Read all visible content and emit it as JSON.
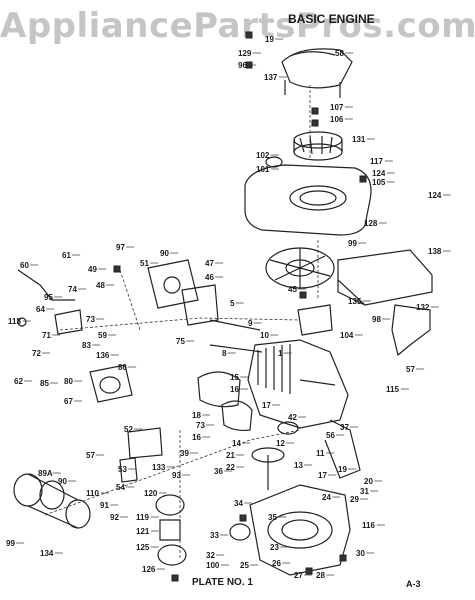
{
  "watermark": "AppliancePartsPros.com",
  "title": "BASIC ENGINE",
  "plate_label": "PLATE NO. 1",
  "page_code": "A-3",
  "callouts": [
    {
      "n": "19"
    },
    {
      "n": "129"
    },
    {
      "n": "96"
    },
    {
      "n": "137"
    },
    {
      "n": "58"
    },
    {
      "n": "107"
    },
    {
      "n": "106"
    },
    {
      "n": "131"
    },
    {
      "n": "102"
    },
    {
      "n": "101"
    },
    {
      "n": "117"
    },
    {
      "n": "124"
    },
    {
      "n": "105"
    },
    {
      "n": "124"
    },
    {
      "n": "128"
    },
    {
      "n": "99"
    },
    {
      "n": "138"
    },
    {
      "n": "97"
    },
    {
      "n": "90"
    },
    {
      "n": "47"
    },
    {
      "n": "46"
    },
    {
      "n": "61"
    },
    {
      "n": "60"
    },
    {
      "n": "49"
    },
    {
      "n": "48"
    },
    {
      "n": "51"
    },
    {
      "n": "95"
    },
    {
      "n": "74"
    },
    {
      "n": "64"
    },
    {
      "n": "73"
    },
    {
      "n": "118"
    },
    {
      "n": "71"
    },
    {
      "n": "59"
    },
    {
      "n": "72"
    },
    {
      "n": "83"
    },
    {
      "n": "136"
    },
    {
      "n": "62"
    },
    {
      "n": "85"
    },
    {
      "n": "80"
    },
    {
      "n": "86"
    },
    {
      "n": "67"
    },
    {
      "n": "75"
    },
    {
      "n": "45"
    },
    {
      "n": "135"
    },
    {
      "n": "132"
    },
    {
      "n": "98"
    },
    {
      "n": "104"
    },
    {
      "n": "57"
    },
    {
      "n": "115"
    },
    {
      "n": "5"
    },
    {
      "n": "9"
    },
    {
      "n": "10"
    },
    {
      "n": "1"
    },
    {
      "n": "8"
    },
    {
      "n": "15"
    },
    {
      "n": "16"
    },
    {
      "n": "17"
    },
    {
      "n": "42"
    },
    {
      "n": "37"
    },
    {
      "n": "56"
    },
    {
      "n": "18"
    },
    {
      "n": "16"
    },
    {
      "n": "14"
    },
    {
      "n": "12"
    },
    {
      "n": "11"
    },
    {
      "n": "13"
    },
    {
      "n": "73"
    },
    {
      "n": "39"
    },
    {
      "n": "36"
    },
    {
      "n": "21"
    },
    {
      "n": "22"
    },
    {
      "n": "93"
    },
    {
      "n": "52"
    },
    {
      "n": "57"
    },
    {
      "n": "53"
    },
    {
      "n": "54"
    },
    {
      "n": "133"
    },
    {
      "n": "120"
    },
    {
      "n": "119"
    },
    {
      "n": "121"
    },
    {
      "n": "125"
    },
    {
      "n": "126"
    },
    {
      "n": "89A"
    },
    {
      "n": "90"
    },
    {
      "n": "110"
    },
    {
      "n": "91"
    },
    {
      "n": "92"
    },
    {
      "n": "99"
    },
    {
      "n": "134"
    },
    {
      "n": "34"
    },
    {
      "n": "35"
    },
    {
      "n": "23"
    },
    {
      "n": "33"
    },
    {
      "n": "32"
    },
    {
      "n": "100"
    },
    {
      "n": "25"
    },
    {
      "n": "26"
    },
    {
      "n": "27"
    },
    {
      "n": "28"
    },
    {
      "n": "30"
    },
    {
      "n": "17"
    },
    {
      "n": "19"
    },
    {
      "n": "20"
    },
    {
      "n": "31"
    },
    {
      "n": "24"
    },
    {
      "n": "29"
    },
    {
      "n": "116"
    }
  ]
}
